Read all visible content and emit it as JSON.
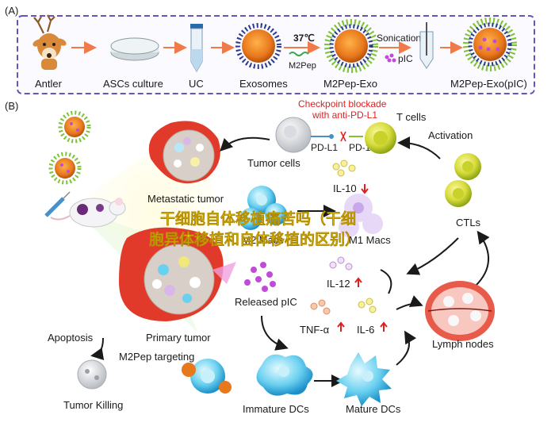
{
  "panel_a": {
    "label": "(A)",
    "antler": "Antler",
    "ascs": "ASCs culture",
    "uc": "UC",
    "exosomes": "Exosomes",
    "temp": "37℃",
    "m2pep": "M2Pep",
    "m2pep_exo": "M2Pep-Exo",
    "sonication": "Sonication",
    "pic": "pIC",
    "m2pep_exo_pic": "M2Pep-Exo(pIC)"
  },
  "panel_b": {
    "label": "(B)",
    "checkpoint_blockade": "Checkpoint blockade",
    "anti_pdl1": "with anti-PD-L1",
    "t_cells": "T cells",
    "pd_l1": "PD-L1",
    "pd_1": "PD-1",
    "tumor_cells": "Tumor cells",
    "activation": "Activation",
    "metastatic_tumor": "Metastatic tumor",
    "il10": "IL-10",
    "m2_macs": "M2 Macs",
    "m1_macs": "M1 Macs",
    "ctls": "CTLs",
    "il12": "IL-12",
    "released_pic": "Released pIC",
    "tnf_alpha": "TNF-α",
    "il6": "IL-6",
    "primary_tumor": "Primary tumor",
    "m2pep_targeting": "M2Pep targeting",
    "apoptosis": "Apoptosis",
    "tumor_killing": "Tumor Killing",
    "immature_dcs": "Immature DCs",
    "mature_dcs": "Mature DCs",
    "lymph_nodes": "Lymph nodes"
  },
  "watermark": {
    "line1": "干细胞自体移植痛苦吗（干细",
    "line2": "胞异体移植和自体移植的区别）"
  },
  "colors": {
    "frame_border": "#6b52b8",
    "arrow_panel_a": "#f07a4a",
    "checkpoint_text": "#e02020",
    "watermark": "#ffe000"
  }
}
